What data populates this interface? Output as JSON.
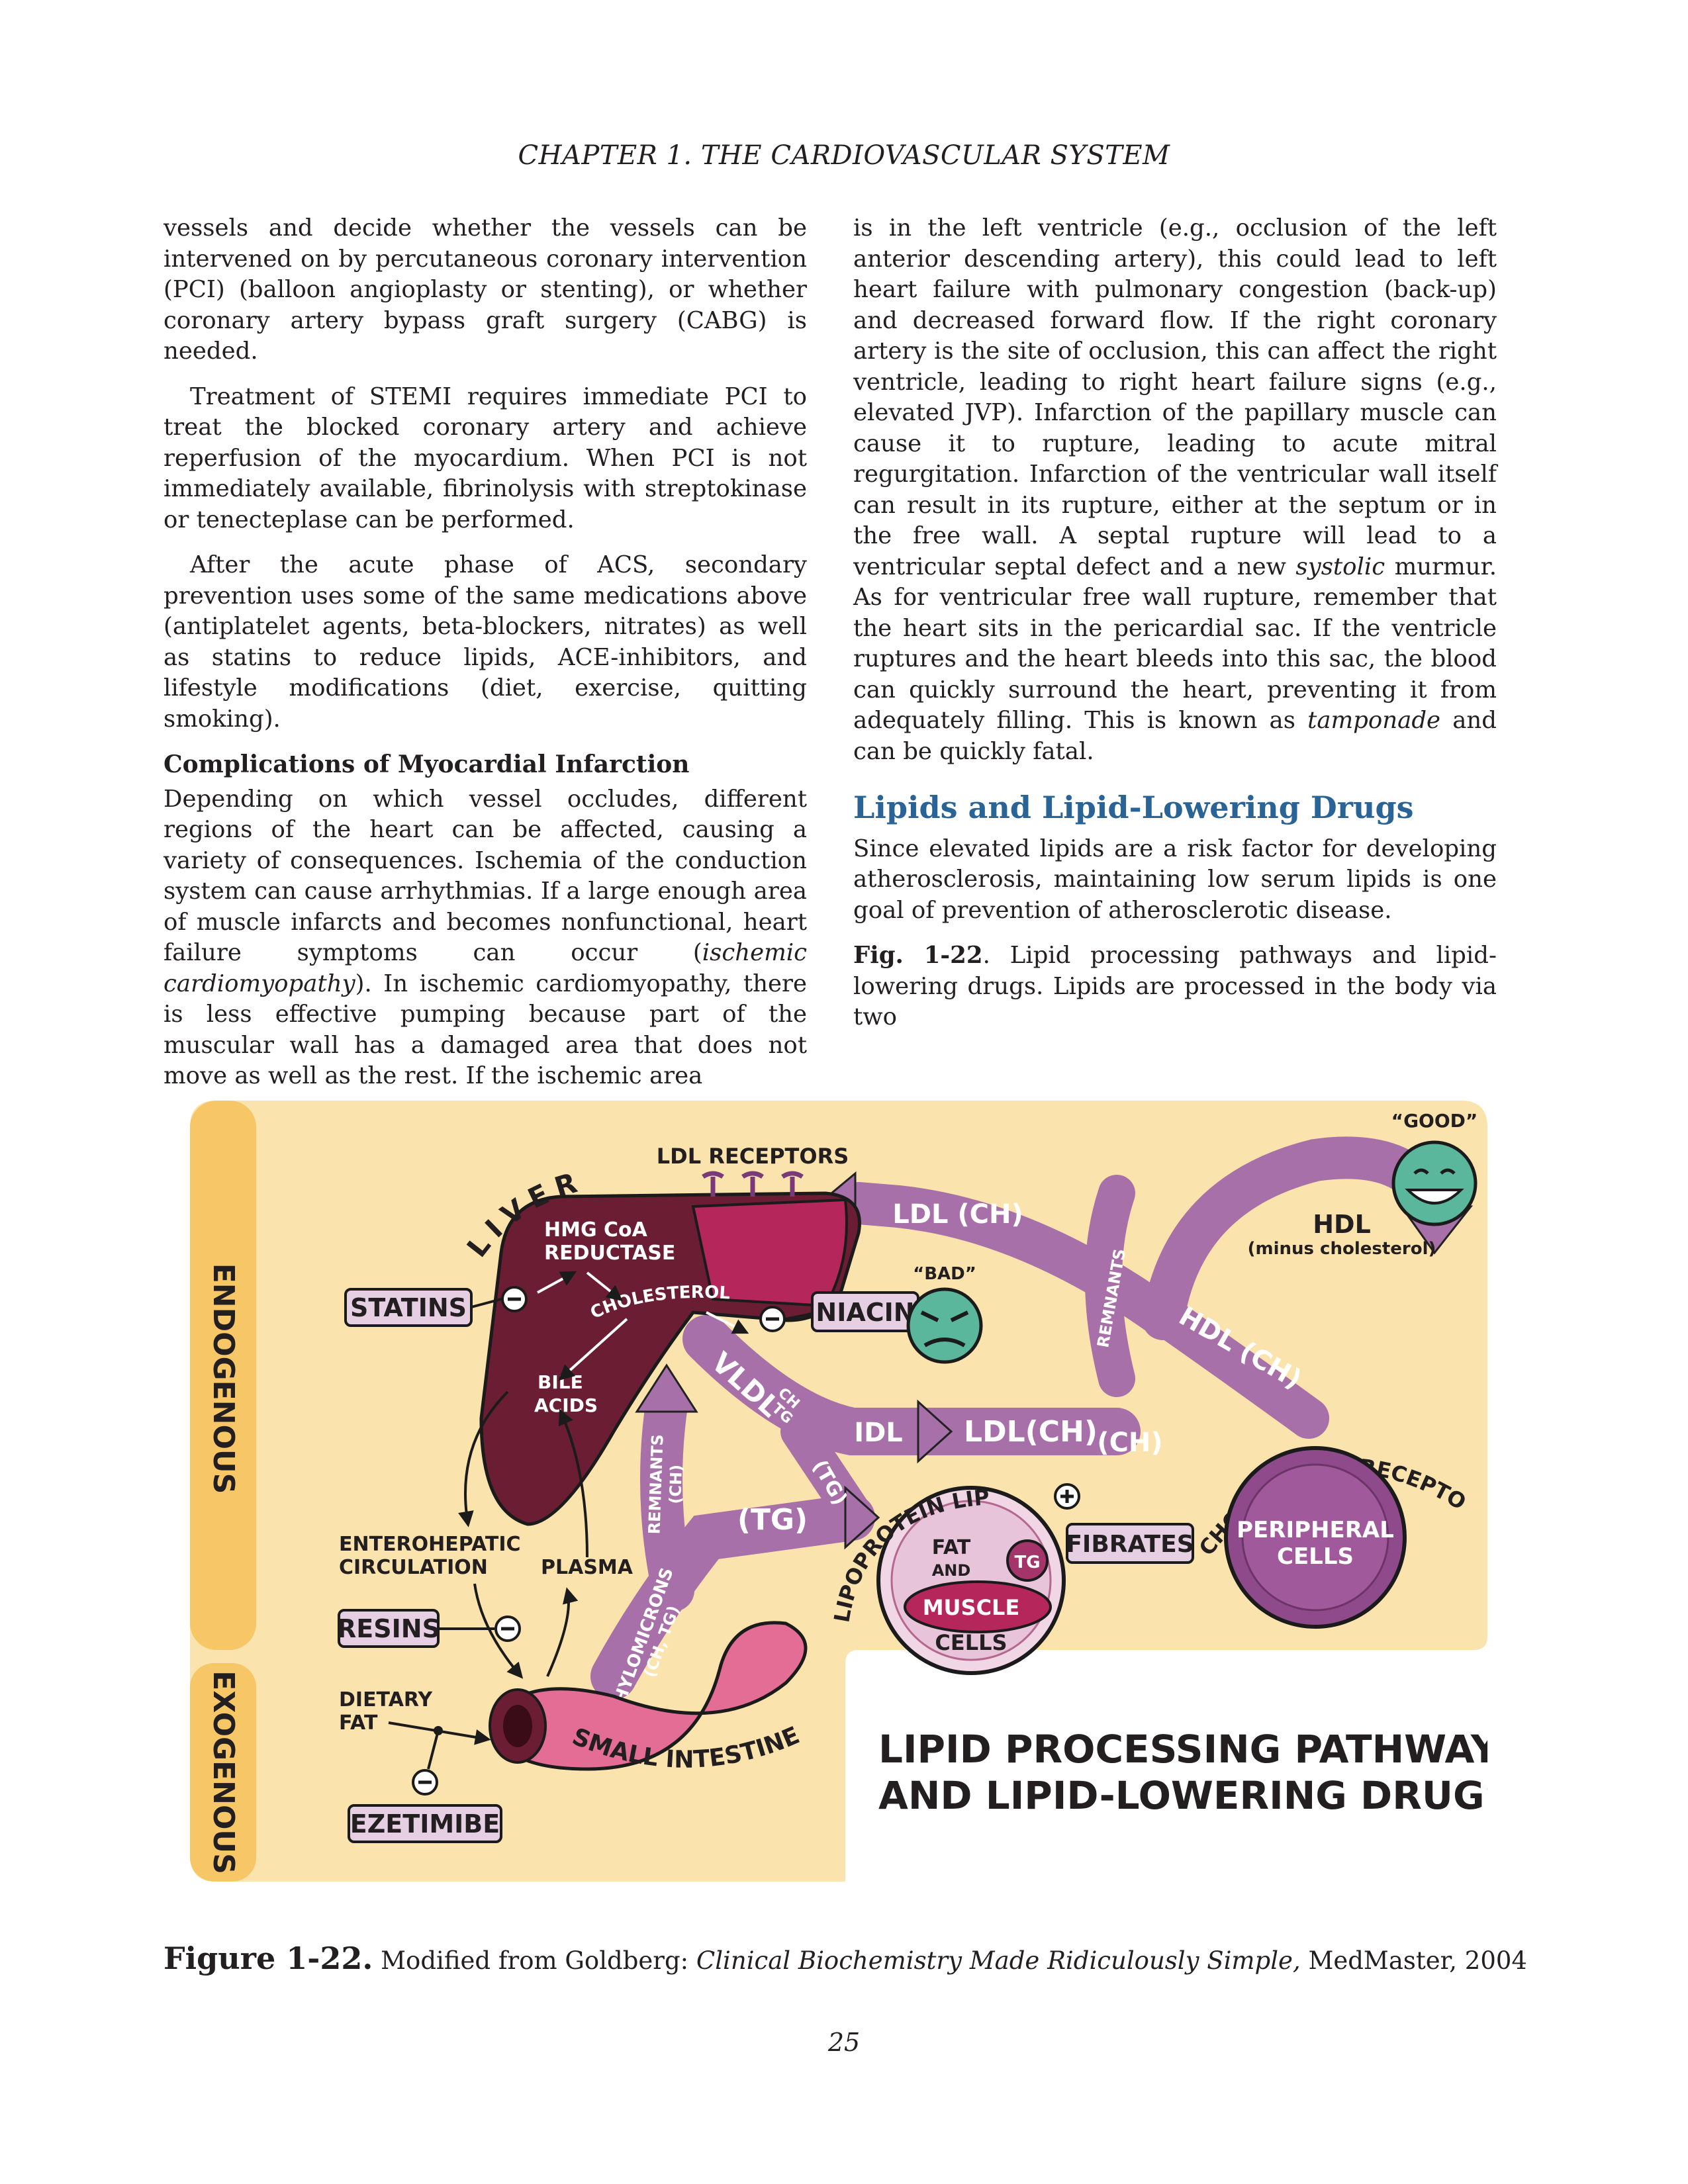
{
  "header": "CHAPTER 1.  THE CARDIOVASCULAR SYSTEM",
  "left_column": {
    "p1": "vessels and decide whether the vessels can be intervened on by percutaneous coronary intervention (PCI) (balloon angioplasty or stenting), or whether coronary artery bypass graft surgery (CABG) is needed.",
    "p2": "Treatment of STEMI requires immediate PCI to treat the blocked coronary artery and achieve reperfusion of the myocardium. When PCI is not immediately available, fibrinolysis with streptokinase or tenecteplase can be performed.",
    "p3": "After the acute phase of ACS, secondary prevention uses some of the same medications above (antiplatelet agents, beta-blockers, nitrates) as well as statins to reduce lipids, ACE-inhibitors, and lifestyle modifications (diet, exercise, quitting smoking).",
    "subheading": "Complications of Myocardial Infarction",
    "p4_a": "Depending on which vessel occludes, different regions of the heart can be affected, causing a variety of consequences. Ischemia of the conduction system can cause arrhythmias. If a large enough area of muscle infarcts and becomes nonfunctional, heart failure symptoms can occur (",
    "p4_em1": "ischemic cardiomyopathy",
    "p4_b": "). In ischemic cardiomyopathy, there is less effective pumping because part of the muscular wall has a damaged area that does not move as well as the rest. If the ischemic area"
  },
  "right_column": {
    "p1_a": "is in the left ventricle (e.g., occlusion of the left anterior descending artery), this could lead to left heart failure with pulmonary congestion (back-up) and decreased forward flow. If the right coronary artery is the site of occlusion, this can affect the right ventricle, leading to right heart failure signs (e.g., elevated JVP). Infarction of the papillary muscle can cause it to rupture, leading to acute mitral regurgitation. Infarction of the ventricular wall itself can result in its rupture, either at the septum or in the free wall. A septal rupture will lead to a ventricular septal defect and a new ",
    "p1_em1": "systolic",
    "p1_b": " murmur. As for ventricular free wall rupture, remember that the heart sits in the pericardial sac. If the ventricle ruptures and the heart bleeds into this sac, the blood can quickly surround the heart, preventing it from adequately filling. This is known as ",
    "p1_em2": "tamponade",
    "p1_c": " and can be quickly fatal.",
    "section_title": "Lipids and Lipid-Lowering Drugs",
    "p2": "Since elevated lipids are a risk factor for developing atherosclerosis, maintaining low serum lipids is one goal of prevention of atherosclerotic disease.",
    "p3_label": "Fig. 1-22",
    "p3_text": ".  Lipid processing pathways and lipid-lowering drugs. Lipids are processed in the body via two"
  },
  "figure": {
    "band_endogenous": "ENDOGENOUS",
    "band_exogenous": "EXOGENOUS",
    "liver": "LIVER",
    "ldl_receptors": "LDL RECEPTORS",
    "hmg_coa_1": "HMG CoA",
    "hmg_coa_2": "REDUCTASE",
    "cholesterol": "CHOLESTEROL",
    "bile_1": "BILE",
    "bile_2": "ACIDS",
    "statins": "STATINS",
    "niacin": "NIACIN",
    "ldl_ch": "LDL (CH)",
    "bad": "“BAD”",
    "good": "“GOOD”",
    "hdl": "HDL",
    "hdl_sub": "(minus cholesterol)",
    "hdl_ch": "HDL (CH)",
    "remnants_upper": "REMNANTS",
    "vldl": "VLDL",
    "vldl_ch": "CH",
    "vldl_tg": "TG",
    "idl": "IDL",
    "ldl_ch2": "LDL(CH)",
    "ch": "(CH)",
    "tg_down": "(TG)",
    "tg": "(TG)",
    "remnants_left": "REMNANTS",
    "remnants_ch": "(CH)",
    "chylomicrons": "CHYLOMICRONS",
    "chylo_sub": "(CH, TG)",
    "lipoprotein_lipase": "LIPOPROTEIN LIPASE",
    "fibrates": "FIBRATES",
    "fat": "FAT",
    "and": "AND",
    "tg_badge": "TG",
    "muscle": "MUSCLE",
    "cells": "CELLS",
    "cholesterol_receptors": "CHOLESTEROL RECEPTORS",
    "peripheral_1": "PERIPHERAL",
    "peripheral_2": "CELLS",
    "enterohepatic_1": "ENTEROHEPATIC",
    "enterohepatic_2": "CIRCULATION",
    "plasma": "PLASMA",
    "resins": "RESINS",
    "dietary_1": "DIETARY",
    "dietary_2": "FAT",
    "ezetimibe": "EZETIMIBE",
    "small_intestine": "SMALL INTESTINE",
    "title_1": "LIPID PROCESSING PATHWAYS",
    "title_2": "AND LIPID-LOWERING DRUGS",
    "colors": {
      "band": "#f6c667",
      "panel": "#fbe3ad",
      "liver": "#6b1d33",
      "pathway": "#a770a8",
      "intestine": "#e46d95",
      "peripheral": "#8e4a8a",
      "face": "#5ab79c",
      "title_blue": "#2a6496"
    }
  },
  "figure_caption": {
    "num": "Figure 1-22.",
    "text_a": " Modified from Goldberg: ",
    "em": "Clinical Biochemistry Made Ridiculously Simple,",
    "text_b": " MedMaster, 2004"
  },
  "page_number": "25"
}
